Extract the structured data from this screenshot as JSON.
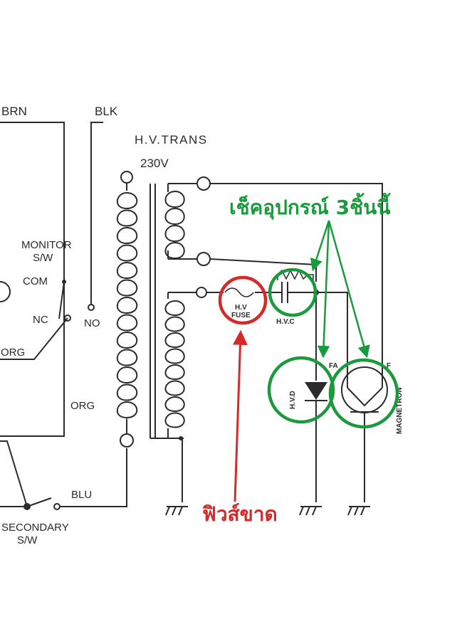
{
  "labels": {
    "brn": "BRN",
    "blk": "BLK",
    "hv_trans": "H.V.TRANS",
    "voltage": "230V",
    "monitor": "MONITOR",
    "monitor_sw": "S/W",
    "com": "COM",
    "nc": "NC",
    "no": "NO",
    "org_left": "ORG",
    "org_mid": "ORG",
    "blu": "BLU",
    "secondary": "SECONDARY",
    "secondary_sw": "S/W",
    "hv_fuse_1": "H.V",
    "hv_fuse_2": "FUSE",
    "hvc": "H.V.C",
    "hvd": "H.V.D",
    "fa": "FA",
    "f": "F",
    "magnetron": "MAGNETRON"
  },
  "annotations": {
    "check_parts": "เช็คอุปกรณ์ 3ชิ้นนี้",
    "fuse_blown": "ฟิวส์ขาด"
  },
  "colors": {
    "line": "#2b2b2b",
    "green": "#1a9a3c",
    "red": "#d42a2a",
    "background": "#ffffff"
  },
  "icons": {
    "diode": "diode-symbol",
    "magnetron": "magnetron-symbol",
    "fuse": "fuse-symbol",
    "capacitor": "capacitor-symbol",
    "ground": "ground-symbol"
  }
}
